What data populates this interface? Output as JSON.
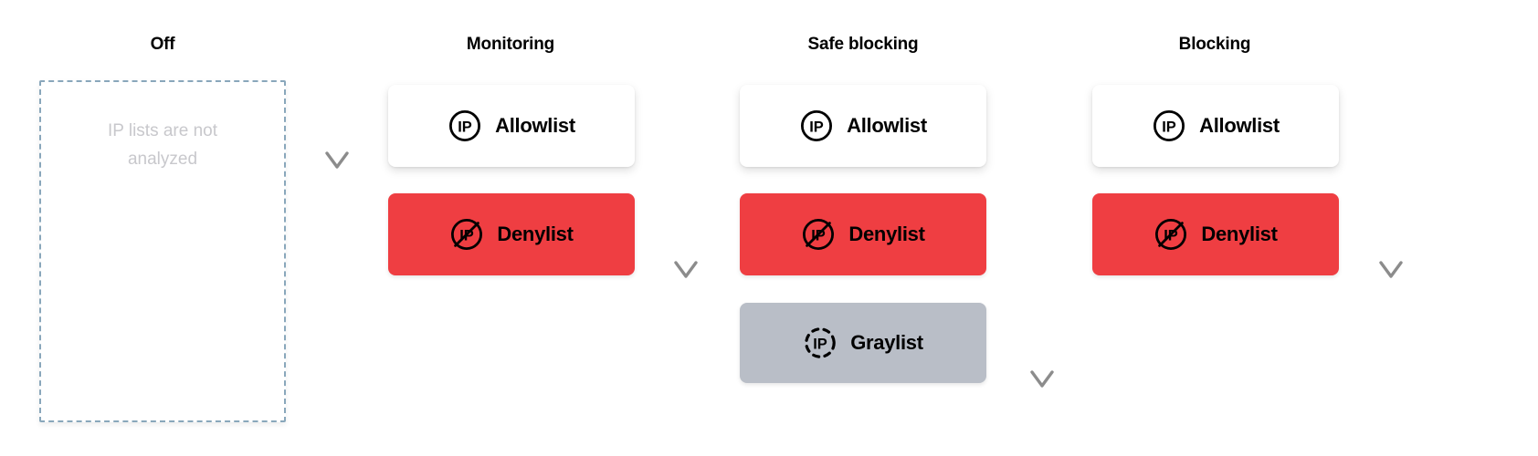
{
  "diagram": {
    "title_row": [
      {
        "id": "off",
        "label": "Off"
      },
      {
        "id": "monitoring",
        "label": "Monitoring"
      },
      {
        "id": "safe-blocking",
        "label": "Safe blocking"
      },
      {
        "id": "blocking",
        "label": "Blocking"
      }
    ],
    "empty_state": {
      "text": "IP lists are not analyzed",
      "border_color": "#89a7bb",
      "text_color": "#c8c8cc"
    },
    "colors": {
      "allowlist_bg": "#ffffff",
      "denylist_bg": "#ef3e42",
      "graylist_bg": "#b9bec7",
      "label_text": "#000000",
      "arrow_top": "#000000",
      "arrow_bottom": "#8c8c8c"
    },
    "columns": [
      {
        "id": "off",
        "header": "Off",
        "cards": []
      },
      {
        "id": "monitoring",
        "header": "Monitoring",
        "cards": [
          {
            "label": "Allowlist",
            "kind": "allow",
            "icon": "ip-circle-icon"
          },
          {
            "label": "Denylist",
            "kind": "deny",
            "icon": "ip-circle-slash-icon"
          }
        ]
      },
      {
        "id": "safe-blocking",
        "header": "Safe blocking",
        "cards": [
          {
            "label": "Allowlist",
            "kind": "allow",
            "icon": "ip-circle-icon"
          },
          {
            "label": "Denylist",
            "kind": "deny",
            "icon": "ip-circle-slash-icon"
          },
          {
            "label": "Graylist",
            "kind": "gray",
            "icon": "ip-circle-dashed-icon"
          }
        ]
      },
      {
        "id": "blocking",
        "header": "Blocking",
        "cards": [
          {
            "label": "Allowlist",
            "kind": "allow",
            "icon": "ip-circle-icon"
          },
          {
            "label": "Denylist",
            "kind": "deny",
            "icon": "ip-circle-slash-icon"
          }
        ]
      }
    ],
    "arrows": [
      {
        "id": "arrow-off-to-monitoring",
        "direction": "down"
      },
      {
        "id": "arrow-monitoring-to-safe-blocking",
        "direction": "down"
      },
      {
        "id": "arrow-safe-blocking-to-blocking",
        "direction": "down"
      },
      {
        "id": "arrow-blocking-end",
        "direction": "down"
      }
    ]
  }
}
